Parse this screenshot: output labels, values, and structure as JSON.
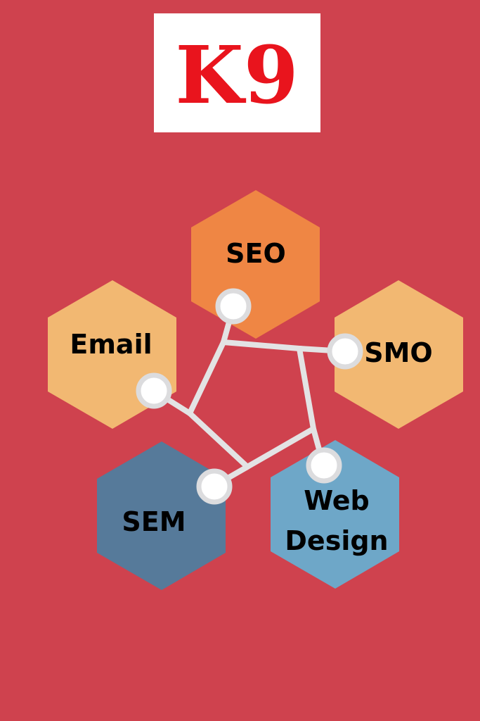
{
  "colors": {
    "background": "#cf424e",
    "logo_box": "#ffffff",
    "logo_text": "#e9141d",
    "connector": "#e3e3e4",
    "seo": "#ef8644",
    "smo": "#f2b872",
    "email": "#f2b872",
    "sem": "#567a9a",
    "web_design": "#6ea7c8"
  },
  "logo": {
    "text": "K9"
  },
  "nodes": {
    "seo": {
      "label": "SEO",
      "icon": "hexagon"
    },
    "smo": {
      "label": "SMO",
      "icon": "hexagon"
    },
    "email": {
      "label": "Email",
      "icon": "hexagon"
    },
    "sem": {
      "label": "SEM",
      "icon": "hexagon"
    },
    "web_design": {
      "label_line1": "Web",
      "label_line2": "Design",
      "icon": "hexagon"
    }
  }
}
